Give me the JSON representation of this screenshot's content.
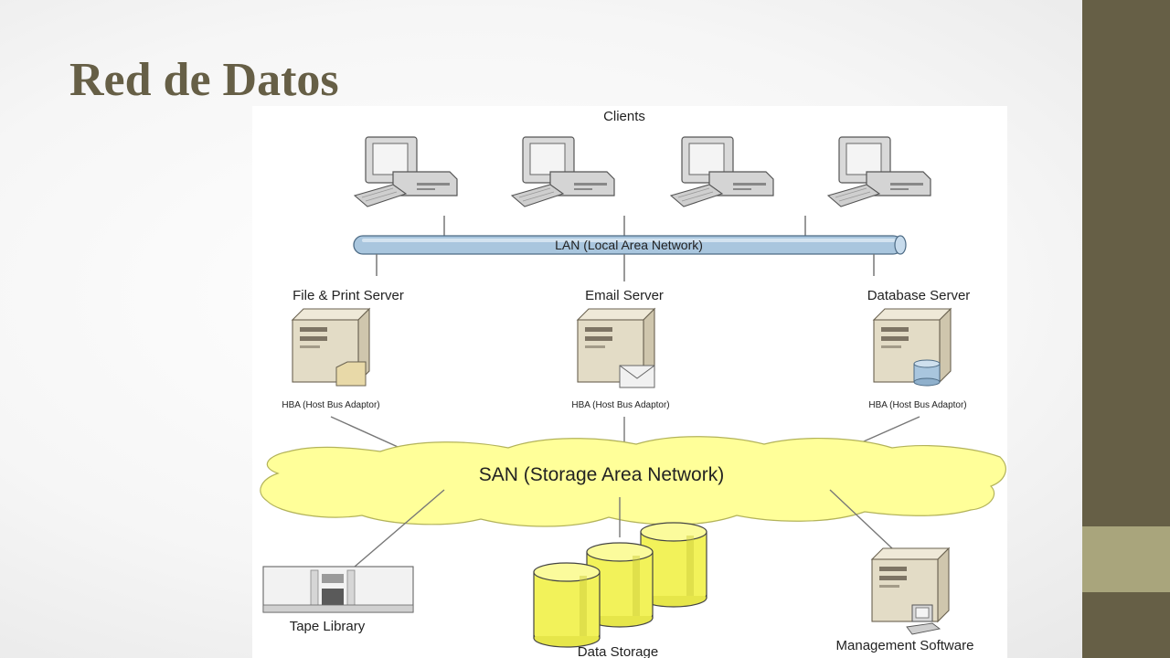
{
  "slide": {
    "title": "Red de Datos"
  },
  "diagram": {
    "clients_label": "Clients",
    "lan_label": "LAN (Local Area Network)",
    "servers": [
      {
        "name": "File & Print Server",
        "hba": "HBA (Host Bus Adaptor)"
      },
      {
        "name": "Email Server",
        "hba": "HBA (Host Bus Adaptor)"
      },
      {
        "name": "Database Server",
        "hba": "HBA (Host Bus Adaptor)"
      }
    ],
    "san_label": "SAN (Storage Area Network)",
    "tape_library_label": "Tape Library",
    "data_storage_label": "Data Storage",
    "management_label": "Management Software"
  },
  "colors": {
    "title": "#665f46",
    "sidebar_dark": "#665f46",
    "sidebar_light": "#a9a57c",
    "lan_pipe": "#a9c6de",
    "san_cloud": "#ffff99",
    "storage": "#f2f25a"
  }
}
